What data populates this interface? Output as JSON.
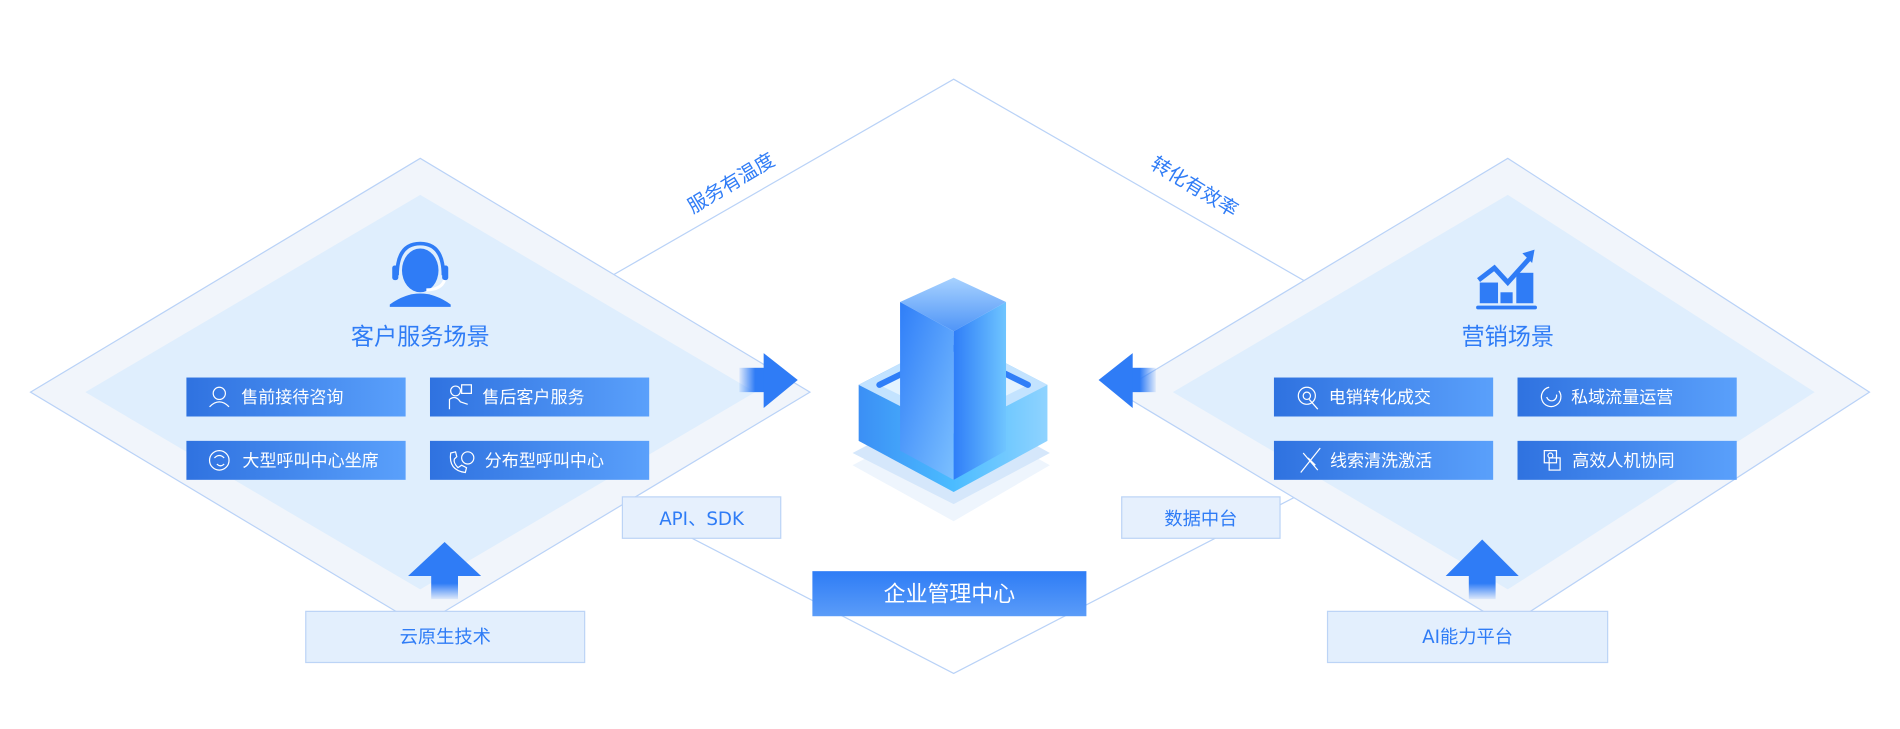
{
  "left_panel": {
    "title": "客户服务场景",
    "icon": "headset-agent-icon",
    "items": [
      {
        "label": "售前接待咨询",
        "icon": "agent-icon"
      },
      {
        "label": "售后客户服务",
        "icon": "service-person-icon"
      },
      {
        "label": "大型呼叫中心坐席",
        "icon": "call-center-icon"
      },
      {
        "label": "分布型呼叫中心",
        "icon": "phone-icon"
      }
    ],
    "foundation": "云原生技术"
  },
  "right_panel": {
    "title": "营销场景",
    "icon": "growth-chart-icon",
    "items": [
      {
        "label": "电销转化成交",
        "icon": "target-click-icon"
      },
      {
        "label": "私域流量运营",
        "icon": "refresh-circle-icon"
      },
      {
        "label": "线索清洗激活",
        "icon": "satellite-icon"
      },
      {
        "label": "高效人机协同",
        "icon": "person-card-icon"
      }
    ],
    "foundation": "AI能力平台"
  },
  "center": {
    "top_left_slogan": "服务有温度",
    "top_right_slogan": "转化有效率",
    "left_connector": "API、SDK",
    "right_connector": "数据中台",
    "core_label": "企业管理中心"
  },
  "colors": {
    "primary": "#2f7cf6",
    "panel": "#dfeefd",
    "panel_outer": "#f0f5fc",
    "line": "#b9d2f7"
  }
}
